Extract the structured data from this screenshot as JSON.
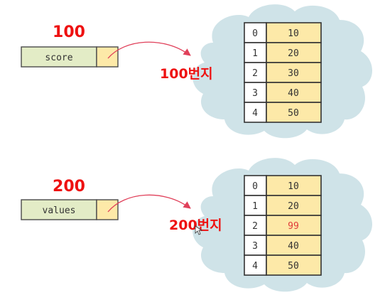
{
  "diagrams": [
    {
      "address_label": "100",
      "variable_name": "score",
      "address_text": "100번지",
      "rows": [
        {
          "index": "0",
          "value": "10"
        },
        {
          "index": "1",
          "value": "20"
        },
        {
          "index": "2",
          "value": "30"
        },
        {
          "index": "3",
          "value": "40"
        },
        {
          "index": "4",
          "value": "50"
        }
      ]
    },
    {
      "address_label": "200",
      "variable_name": "values",
      "address_text": "200번지",
      "rows": [
        {
          "index": "0",
          "value": "10"
        },
        {
          "index": "1",
          "value": "20"
        },
        {
          "index": "2",
          "value": "99",
          "highlight": "#e03a3a"
        },
        {
          "index": "3",
          "value": "40"
        },
        {
          "index": "4",
          "value": "50"
        }
      ]
    }
  ]
}
